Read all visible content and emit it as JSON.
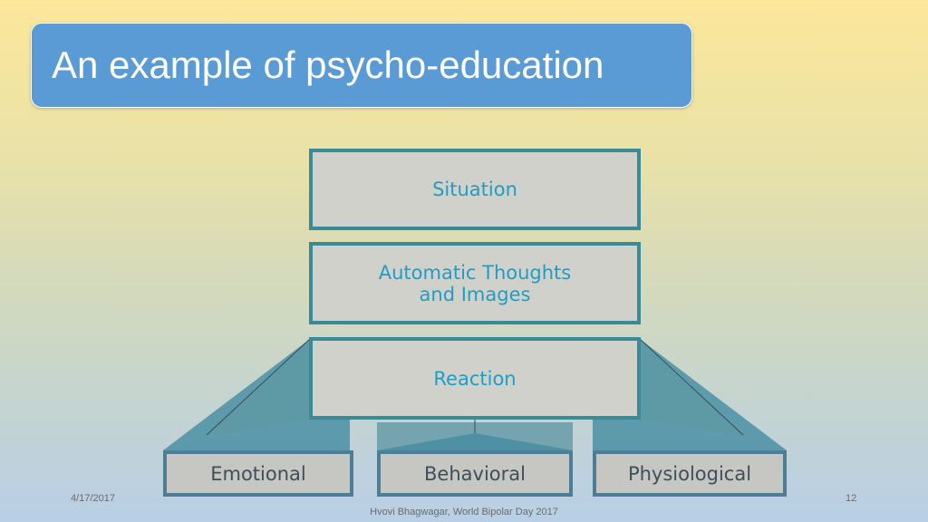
{
  "slide": {
    "title": "An example of psycho-education"
  },
  "diagram": {
    "stack": [
      {
        "lines": [
          "Situation"
        ]
      },
      {
        "lines": [
          "Automatic Thoughts",
          "and Images"
        ]
      },
      {
        "lines": [
          "Reaction"
        ]
      }
    ],
    "outcomes": [
      "Emotional",
      "Behavioral",
      "Physiological"
    ]
  },
  "colors": {
    "title_bg": "#5b9bd5",
    "box_border": "#3a8a98",
    "box_text": "#1e9ec6",
    "box_fill": "#d1d1cb",
    "outcome_text": "#3e4f5a",
    "funnel": "#4a8fa4"
  },
  "footer": {
    "date": "4/17/2017",
    "page_number": "12",
    "credit": "Hvovi Bhagwagar, World Bipolar Day 2017"
  }
}
